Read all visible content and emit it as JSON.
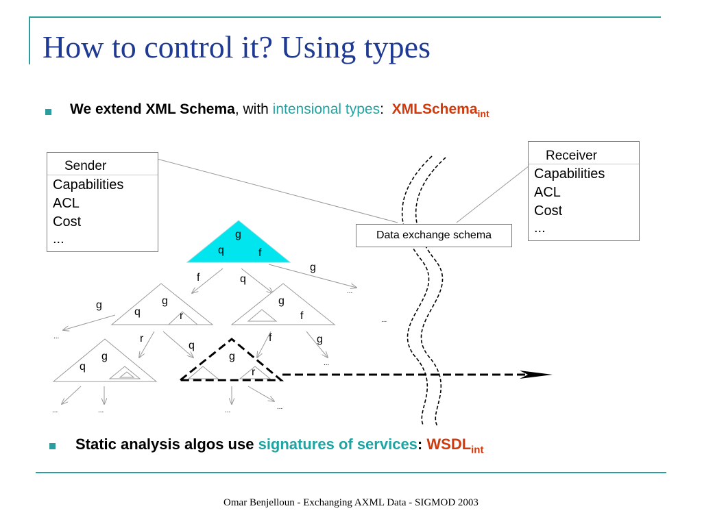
{
  "slide": {
    "title": "How to control it? Using types",
    "bullet1": {
      "bold": "We extend XML Schema",
      "sep": ", with ",
      "teal": "intensional types",
      "colon": ":",
      "red": "XMLSchema",
      "red_sub": "int"
    },
    "bullet2": {
      "bold": "Static analysis algos use ",
      "teal": "signatures of services",
      "colon": ": ",
      "red": "WSDL",
      "red_sub": "int"
    },
    "footer": "Omar Benjelloun - Exchanging AXML Data - SIGMOD 2003",
    "colors": {
      "title": "#1f3a93",
      "accent": "#1fa3a3",
      "highlight": "#d03a0c",
      "root_triangle": "#00e5ee",
      "rule": "#2a9d9f"
    }
  },
  "diagram": {
    "sender": {
      "title": "Sender",
      "lines": [
        "Capabilities",
        "ACL",
        "Cost",
        "..."
      ]
    },
    "receiver": {
      "title": "Receiver",
      "lines": [
        "Capabilities",
        "ACL",
        "Cost",
        "..."
      ]
    },
    "schema_label": "Data exchange schema",
    "root_tree": {
      "g": "g",
      "q": "q",
      "f": "f"
    },
    "edges": {
      "root_f": "f",
      "root_q": "q",
      "root_g": "g",
      "left_g": "g",
      "left_r": "r",
      "left_q": "q",
      "mid_f": "f",
      "mid_g": "g"
    },
    "left_tree": {
      "g": "g",
      "q": "q",
      "r": "r"
    },
    "mid_tree": {
      "g": "g",
      "f": "f"
    },
    "bottom_left_tree": {
      "g": "g",
      "q": "q"
    },
    "dashed_tree": {
      "g": "g",
      "r": "r"
    },
    "ellipsis": "..."
  }
}
